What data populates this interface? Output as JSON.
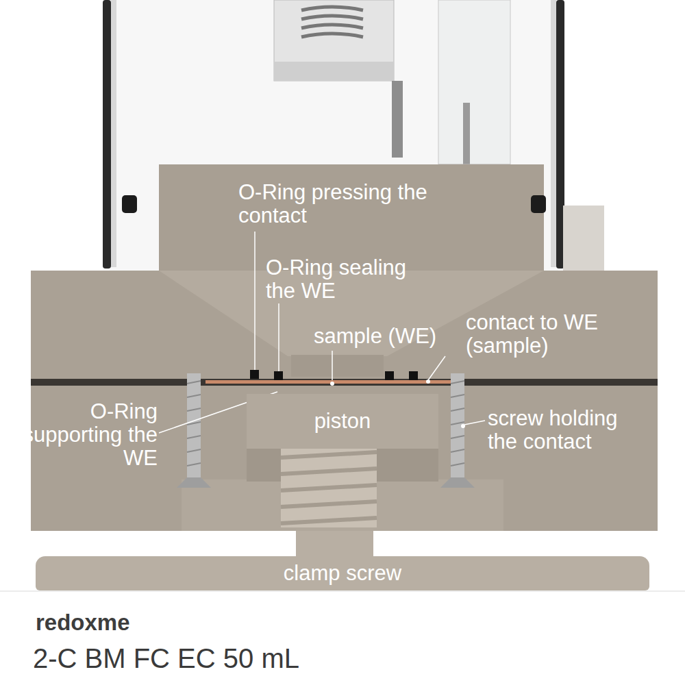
{
  "diagram": {
    "title": "2-C BM FC EC 50 mL",
    "nodes": [
      {
        "text": [
          "piston"
        ]
      },
      {
        "text": [
          "clamp screw"
        ]
      }
    ],
    "labels": [
      "O-Ring pressing the contact",
      "O-Ring sealing the WE",
      "sample (WE)",
      "contact to WE (sample)",
      "O-Ring supporting the WE",
      "screw holding the contact",
      "redoxme"
    ]
  }
}
